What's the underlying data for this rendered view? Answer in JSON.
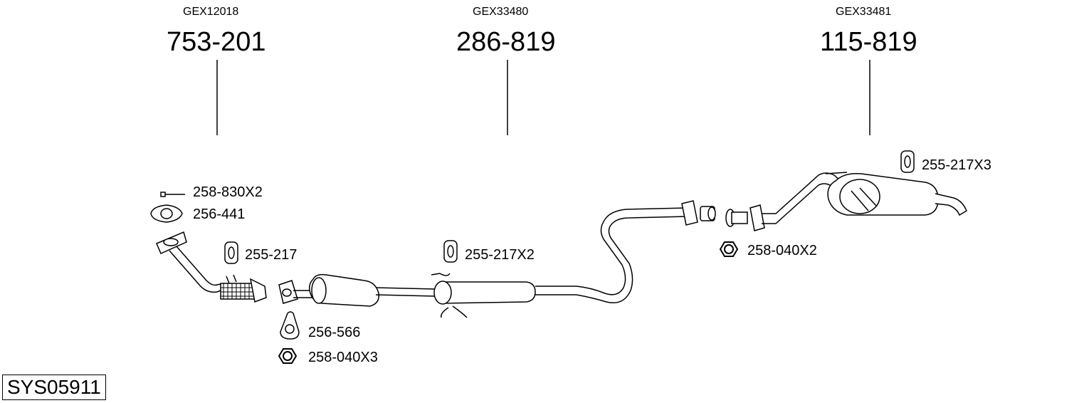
{
  "header": {
    "groups": [
      {
        "code": "GEX12018",
        "number": "753-201"
      },
      {
        "code": "GEX33480",
        "number": "286-819"
      },
      {
        "code": "GEX33481",
        "number": "115-819"
      }
    ]
  },
  "parts": {
    "bolt": "258-830X2",
    "gasket_front": "256-441",
    "rubber_front": "255-217",
    "gasket_mid": "256-566",
    "nut_front": "258-040X3",
    "rubber_mid": "255-217X2",
    "nut_rear": "258-040X2",
    "rubber_rear": "255-217X3"
  },
  "system_id": "SYS05911"
}
